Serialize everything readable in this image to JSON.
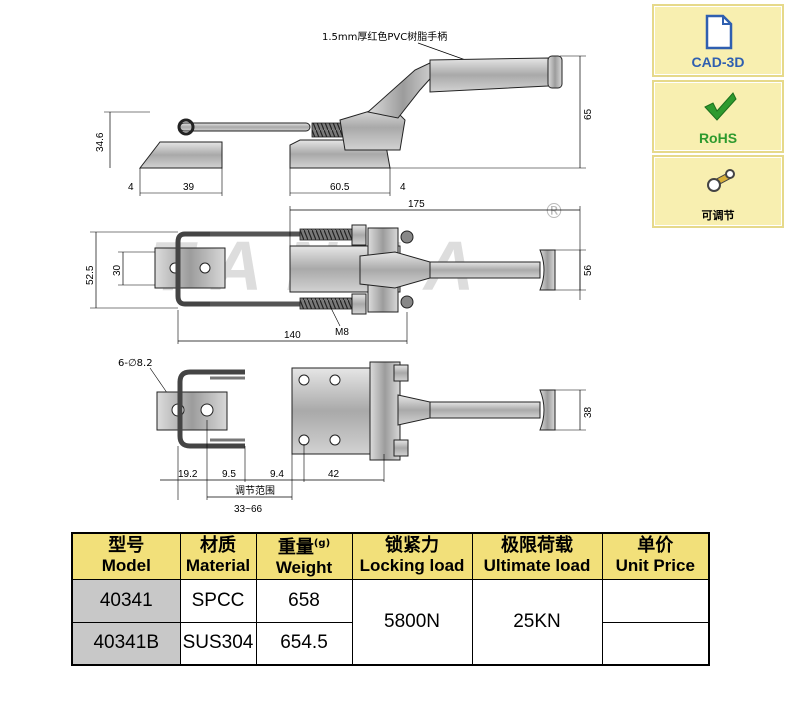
{
  "drawing": {
    "handle_note": "1.5mm厚红色PVC树脂手柄",
    "side_view": {
      "dim_height_total": "65",
      "dim_height_base": "34.6",
      "dim_left_offset": "4",
      "dim_right_offset": "4",
      "dim_hook_width": "39",
      "dim_base_width": "60.5"
    },
    "top_view": {
      "dim_overall_length": "175",
      "dim_outer_width": "52.5",
      "dim_inner_width": "30",
      "dim_handle_width": "56",
      "dim_body_length": "140",
      "bolt_label": "M8",
      "watermark": "TANJA",
      "registered_mark": "®"
    },
    "bottom_view": {
      "hole_note": "6-∅8.2",
      "dim_slot_height": "38",
      "dim_a": "19.2",
      "dim_b": "9.5",
      "dim_c": "9.4",
      "dim_d": "42",
      "adjust_label": "调节范围",
      "adjust_range": "33~66"
    }
  },
  "badges": {
    "cad": "CAD-3D",
    "rohs": "RoHS",
    "adjustable": "可调节"
  },
  "table": {
    "headers": [
      {
        "cn": "型号",
        "en": "Model"
      },
      {
        "cn": "材质",
        "en": "Material"
      },
      {
        "cn": "重量",
        "en": "Weight",
        "unit": "(g)"
      },
      {
        "cn": "锁紧力",
        "en": "Locking load"
      },
      {
        "cn": "极限荷载",
        "en": "Ultimate load"
      },
      {
        "cn": "单价",
        "en": "Unit Price"
      }
    ],
    "rows": [
      {
        "model": "40341",
        "material": "SPCC",
        "weight": "658",
        "price": ""
      },
      {
        "model": "40341B",
        "material": "SUS304",
        "weight": "654.5",
        "price": ""
      }
    ],
    "locking_load": "5800N",
    "ultimate_load": "25KN"
  },
  "colors": {
    "badge_bg": "#f8efb0",
    "header_bg": "#f2e07a",
    "model_bg": "#c8c8c8",
    "rohs_check": "#2e9a2e",
    "cad_blue": "#2f5fb0"
  }
}
